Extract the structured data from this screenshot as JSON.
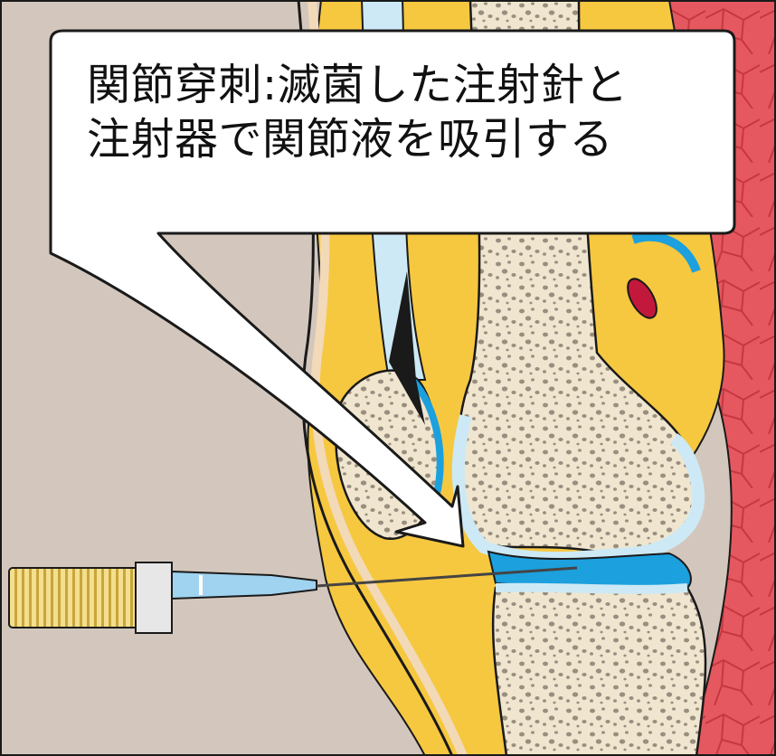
{
  "callout": {
    "line1": "関節穿刺:滅菌した注射針と",
    "line2": "注射器で関節液を吸引する"
  },
  "colors": {
    "background": "#d3c7bd",
    "muscle": "#e5585f",
    "fat": "#f6c840",
    "cartilage": "#cde9f5",
    "synovial_fluid": "#1ca0de",
    "bone": "#f0e6cf",
    "callout_fill": "#ffffff",
    "outline": "#1a1a1a"
  },
  "icons": {
    "syringe": "syringe-icon",
    "needle": "needle-icon",
    "pointer": "callout-arrow"
  }
}
